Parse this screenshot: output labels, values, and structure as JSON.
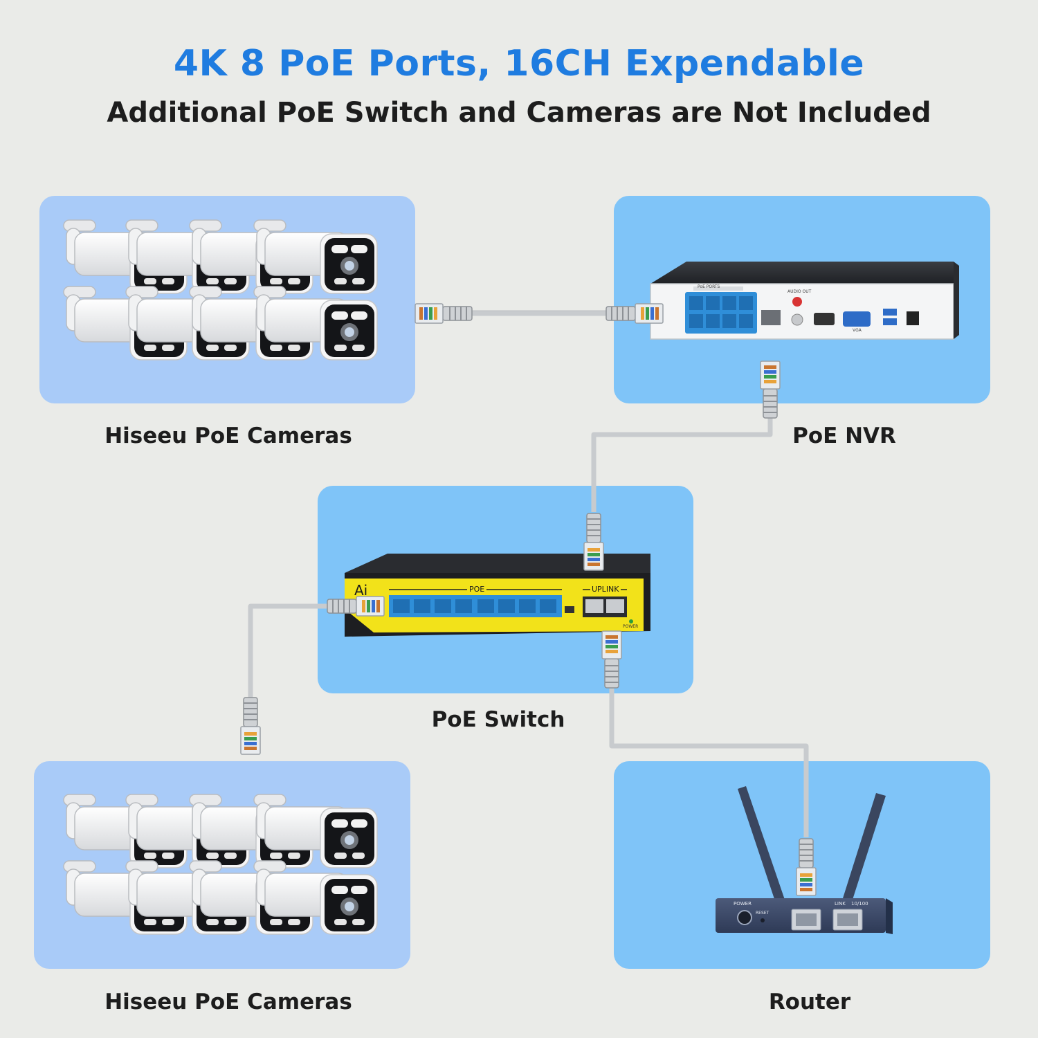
{
  "header": {
    "title": "4K 8 PoE Ports, 16CH Expendable",
    "subtitle": "Additional PoE Switch and Cameras are Not Included"
  },
  "nodes": {
    "cameras_top": {
      "label": "Hiseeu PoE Cameras",
      "brand": "Hiseeu"
    },
    "nvr": {
      "label": "PoE NVR",
      "port_label": "PoE PORTS",
      "ports": 8,
      "audio_out": "AUDIO OUT",
      "vga": "VGA"
    },
    "switch": {
      "label": "PoE Switch",
      "poe_label": "POE",
      "uplink_label": "UPLINK",
      "logo": "Ai",
      "ports": 8,
      "uplink_ports": 2,
      "power": "POWER"
    },
    "cameras_bottom": {
      "label": "Hiseeu PoE Cameras",
      "brand": "Hiseeu"
    },
    "router": {
      "label": "Router",
      "power": "POWER",
      "reset": "RESET",
      "link": "LINK",
      "speed": "10/100"
    }
  },
  "colors": {
    "title": "#1f7ce0",
    "panel_light": "#a9cbf8",
    "panel_mid": "#7fc4f8",
    "switch_accent": "#f2e21a",
    "port_blue": "#2f8ed8"
  },
  "camera_count_per_group": 8
}
